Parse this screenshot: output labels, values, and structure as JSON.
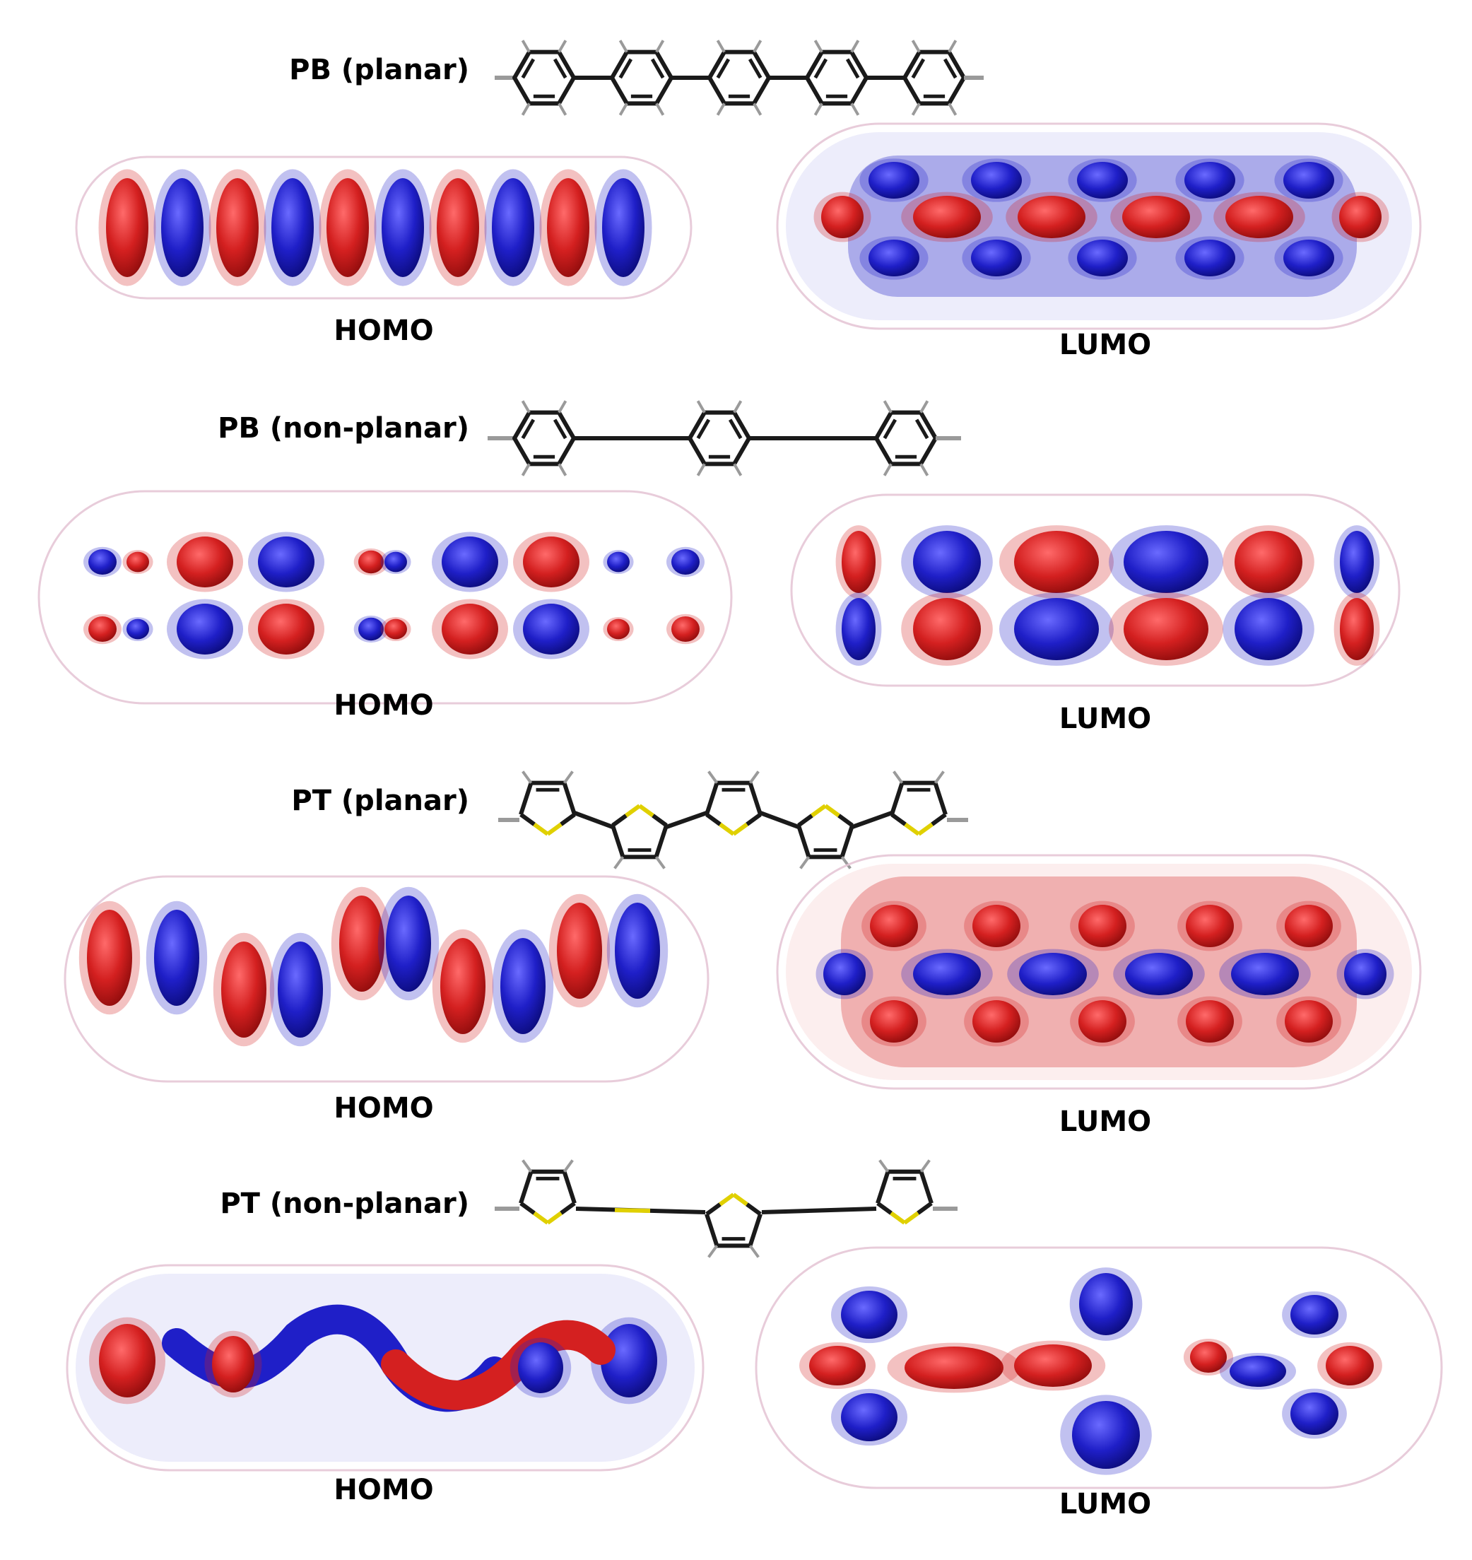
{
  "colors": {
    "positive": "#d42020",
    "negative": "#1f1fc8",
    "bond": "#1a1a1a",
    "sulfur": "#e0d000",
    "hydrogen": "#9a9a9a"
  },
  "rows": [
    {
      "molecule": "PB (planar)",
      "homo": "HOMO",
      "lumo": "LUMO"
    },
    {
      "molecule": "PB (non-planar)",
      "homo": "HOMO",
      "lumo": "LUMO"
    },
    {
      "molecule": "PT (planar)",
      "homo": "HOMO",
      "lumo": "LUMO"
    },
    {
      "molecule": "PT (non-planar)",
      "homo": "HOMO",
      "lumo": "LUMO"
    }
  ]
}
